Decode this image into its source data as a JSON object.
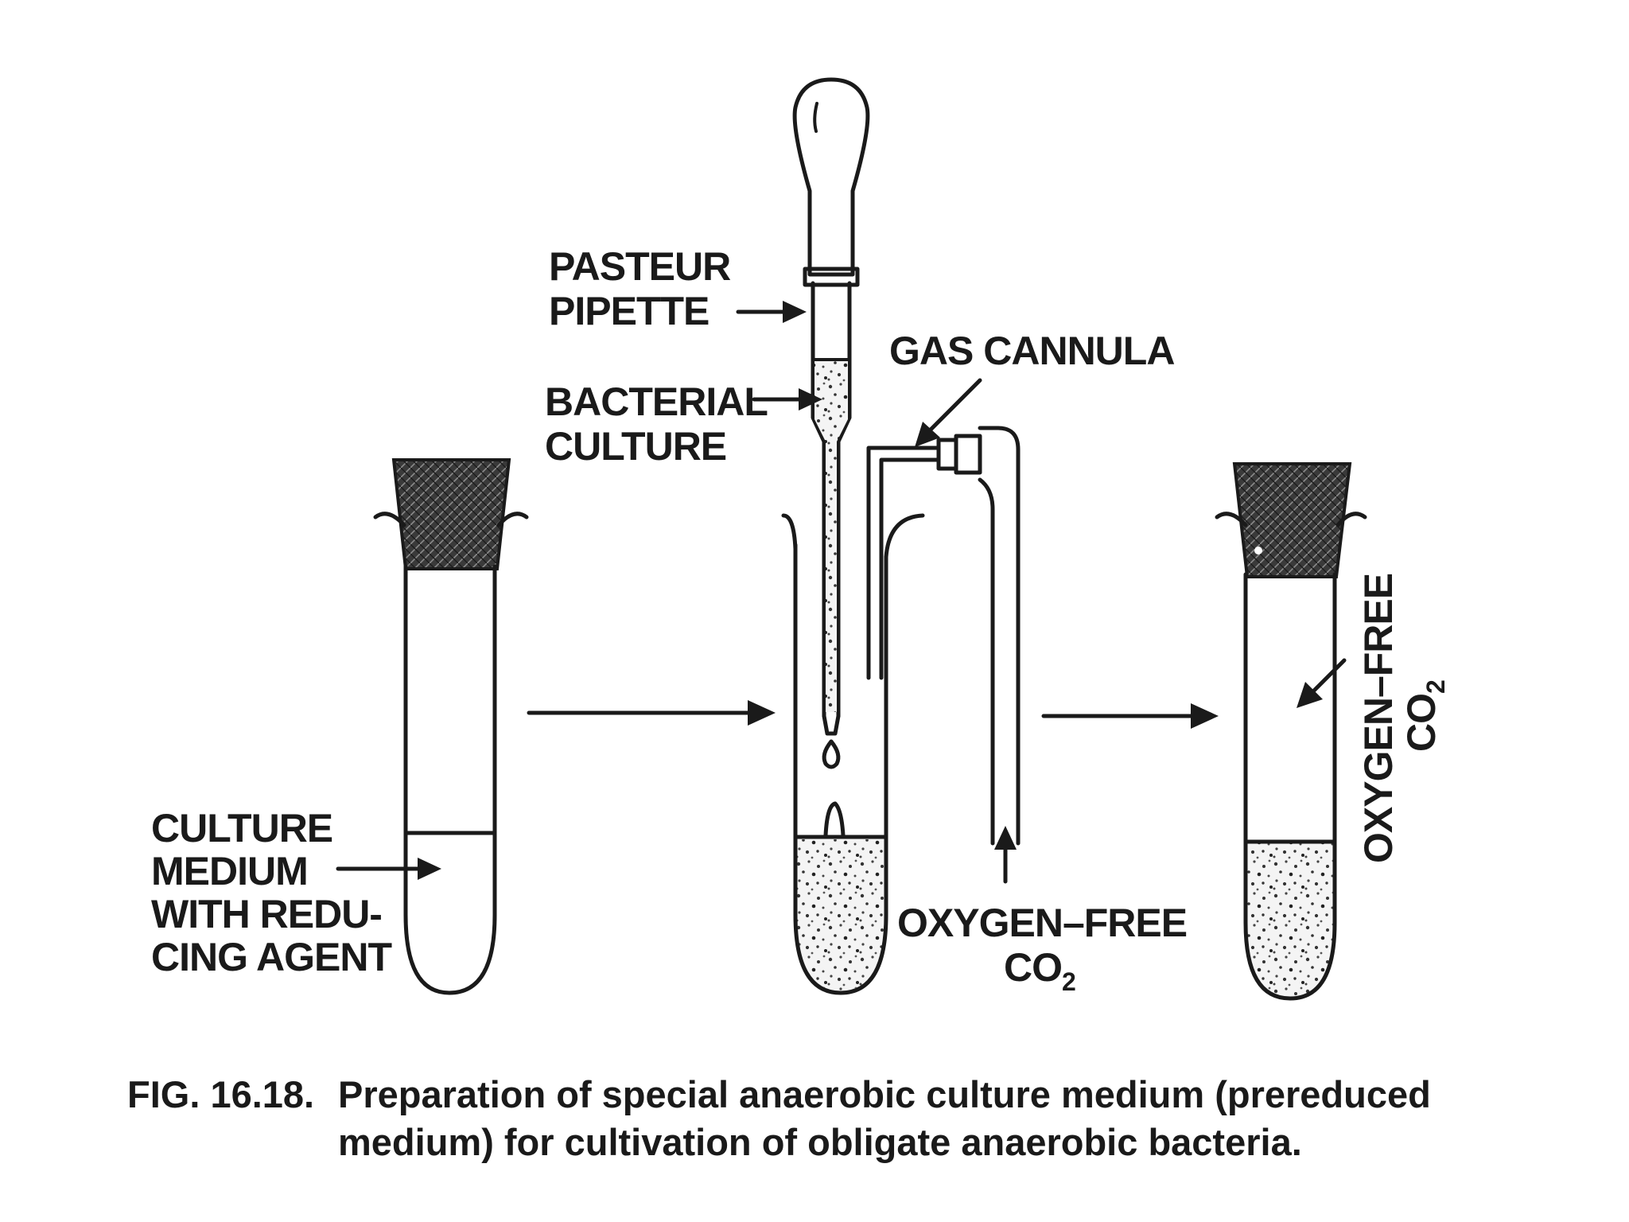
{
  "labels": {
    "pasteur_pipette": [
      "PASTEUR",
      "PIPETTE"
    ],
    "bacterial_culture": [
      "BACTERIAL",
      "CULTURE"
    ],
    "gas_cannula": "GAS CANNULA",
    "culture_medium": [
      "CULTURE",
      "MEDIUM",
      "WITH REDU-",
      "CING AGENT"
    ],
    "oxygen_free_bottom": [
      "OXYGEN–FREE",
      "CO",
      "2"
    ],
    "oxygen_free_right": [
      "OXYGEN–FREE",
      "CO",
      "2"
    ]
  },
  "caption": {
    "number": "FIG. 16.18.",
    "line1": "Preparation of special anaerobic culture medium (prereduced",
    "line2": "medium) for cultivation of obligate anaerobic bacteria."
  }
}
